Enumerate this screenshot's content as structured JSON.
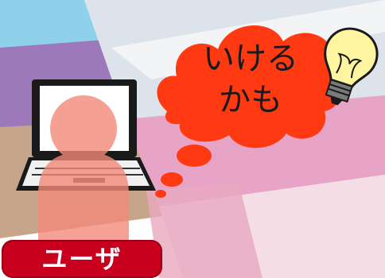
{
  "thought": {
    "line1": "いける",
    "line2": "かも"
  },
  "user": {
    "label": "ユーザ"
  },
  "icons": {
    "laptop": "laptop-icon",
    "person": "person-icon",
    "bulb": "lightbulb-icon",
    "cloud": "thought-bubble"
  },
  "colors": {
    "bubble": "#ff3a12",
    "badge": "#c8001e",
    "person": "#f28a7a",
    "bulb": "#fff4a0"
  }
}
